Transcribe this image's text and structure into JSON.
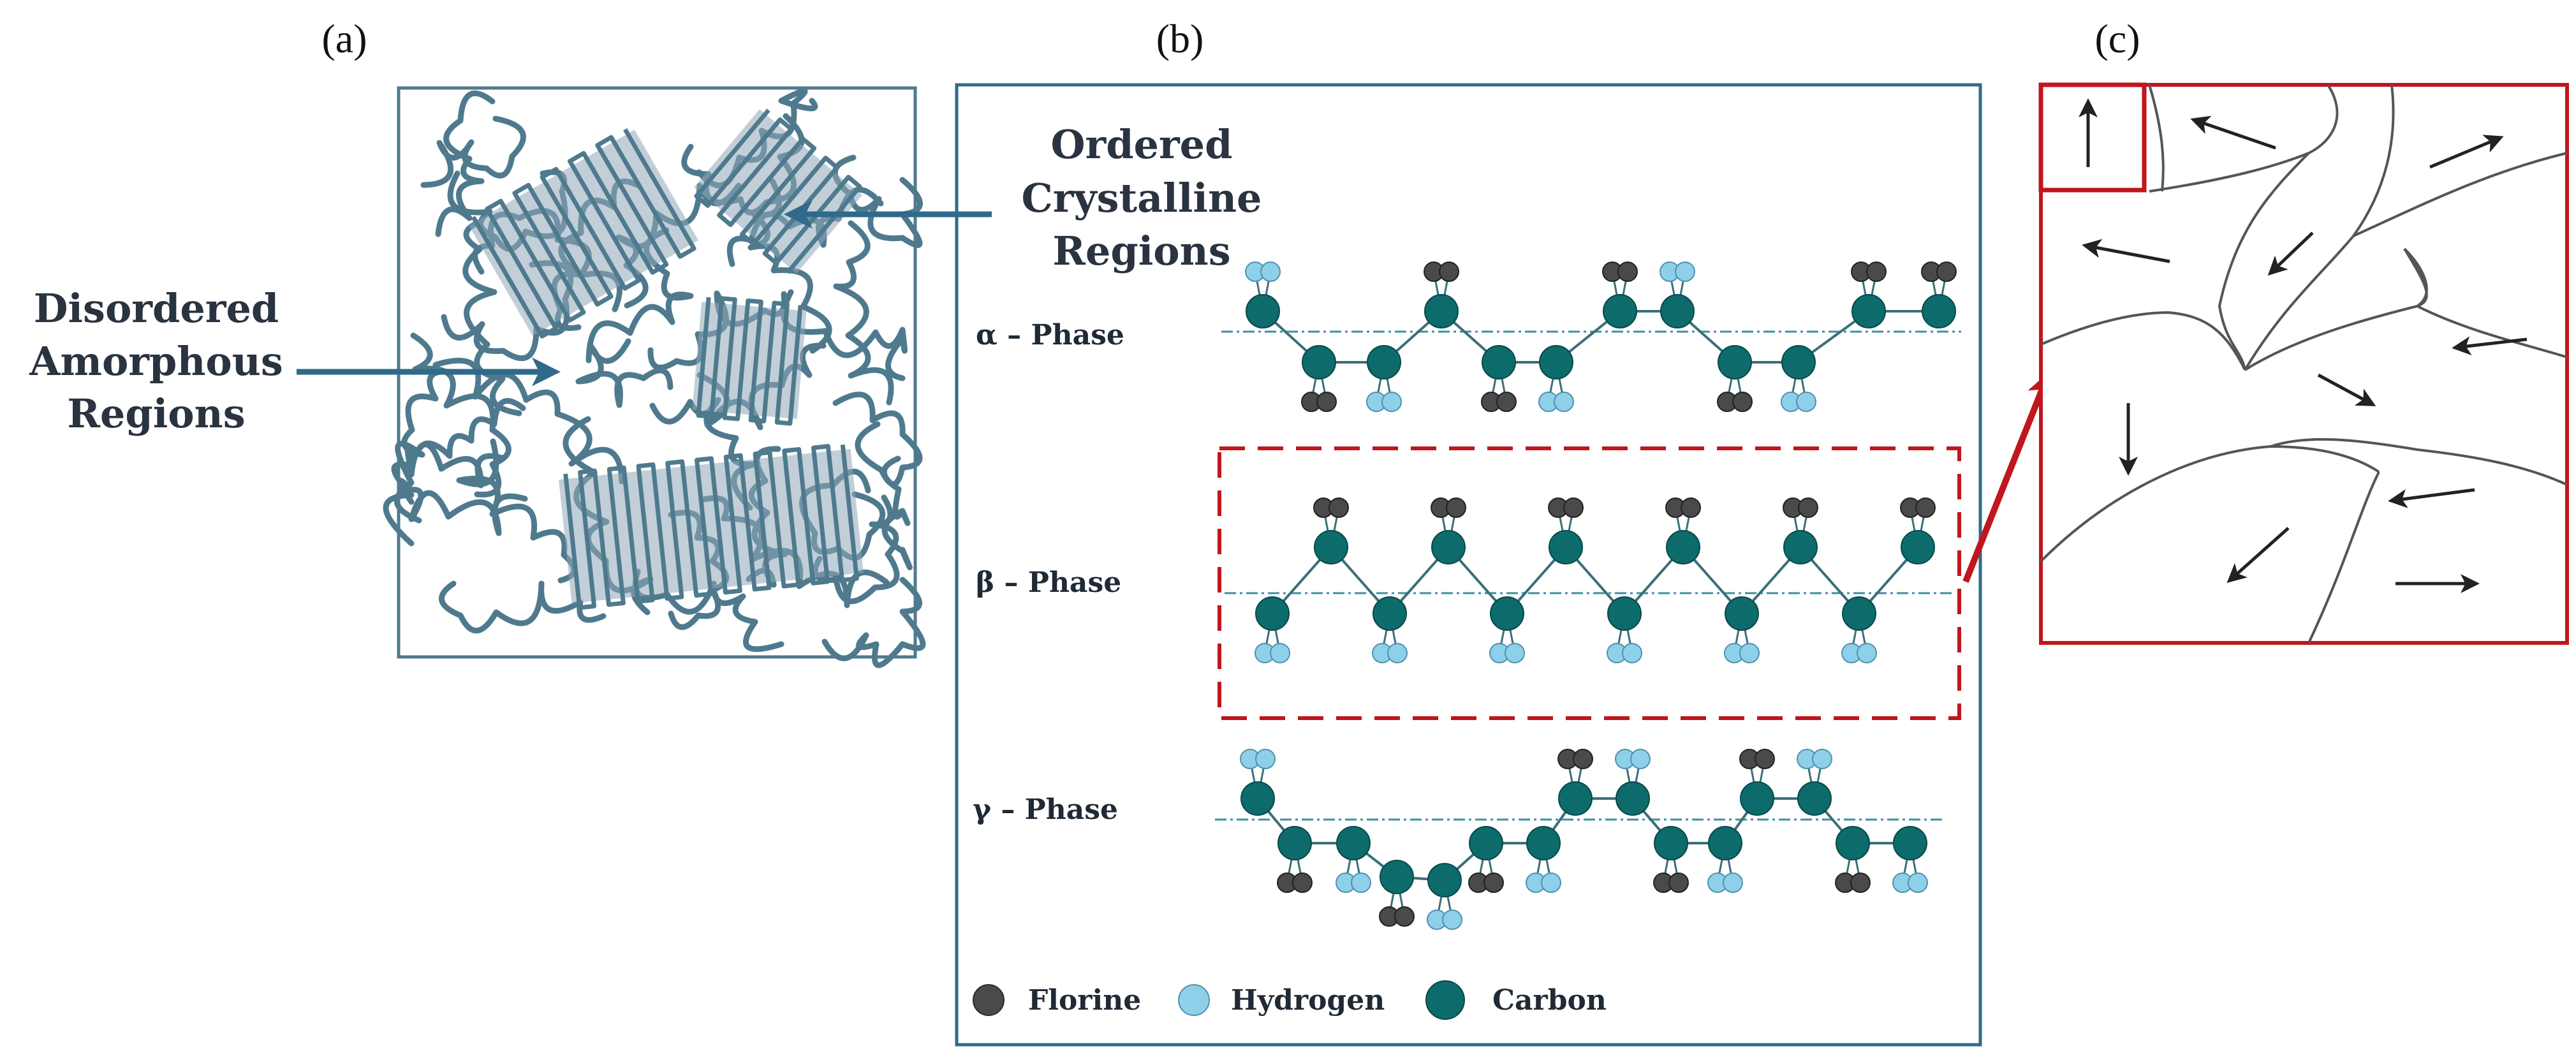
{
  "panels": {
    "a": {
      "label": "(a)"
    },
    "b": {
      "label": "(b)"
    },
    "c": {
      "label": "(c)"
    }
  },
  "amorphous_label": [
    "Disordered",
    "Amorphous",
    "Regions"
  ],
  "crystalline_label": [
    "Ordered",
    "Crystalline",
    "Regions"
  ],
  "phases": {
    "alpha": "α – Phase",
    "beta": "β – Phase",
    "gamma": "γ – Phase"
  },
  "legend": {
    "florine": "Florine",
    "hydrogen": "Hydrogen",
    "carbon": "Carbon"
  },
  "colors": {
    "chain": "#4f7a8e",
    "crystal_fill": "#8fa8b8",
    "frame_b": "#2f6a8a",
    "carbon": "#0d6b6b",
    "fluorine": "#4a4a4a",
    "hydrogen": "#8ed0ea",
    "highlight_red": "#c0161d",
    "arrow_blue": "#2f6a8a"
  },
  "domain_arrow_icons": [
    "up-arrow-icon",
    "left-arrow-icon",
    "right-arrow-icon",
    "down-arrow-icon"
  ]
}
